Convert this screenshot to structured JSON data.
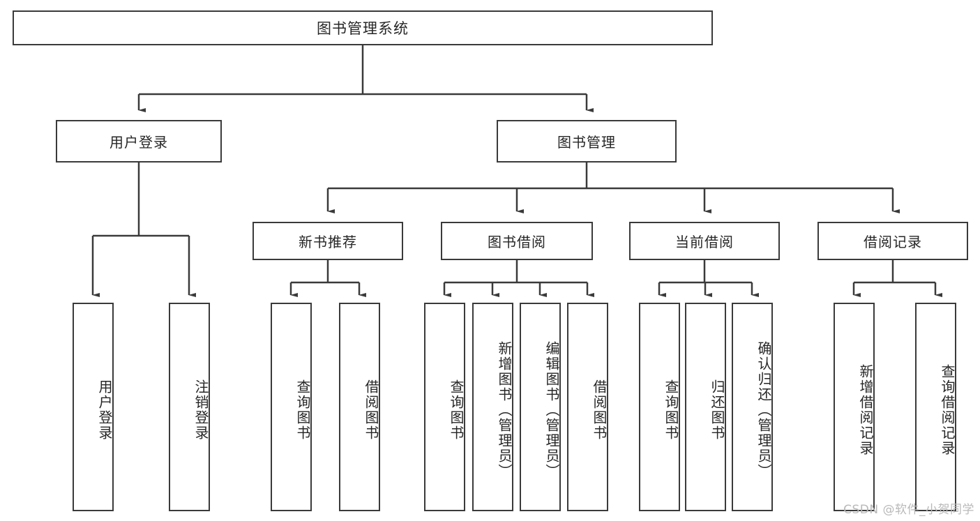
{
  "diagram": {
    "title": "图书管理系统",
    "type": "tree-hierarchy-functional-structure",
    "watermark": "CSDN @软件_小贺同学",
    "colors": {
      "stroke": "#3a3a3a",
      "fill": "#ffffff",
      "text": "#262626",
      "watermark": "#b9b9b9"
    },
    "root": {
      "id": "root",
      "label": "图书管理系统"
    },
    "level1": [
      {
        "id": "user-login",
        "label": "用户登录"
      },
      {
        "id": "book-manage",
        "label": "图书管理"
      }
    ],
    "level2": [
      {
        "id": "new-book-rec",
        "label": "新书推荐",
        "parent": "book-manage"
      },
      {
        "id": "book-borrow",
        "label": "图书借阅",
        "parent": "book-manage"
      },
      {
        "id": "current-borrow",
        "label": "当前借阅",
        "parent": "book-manage"
      },
      {
        "id": "borrow-record",
        "label": "借阅记录",
        "parent": "book-manage"
      }
    ],
    "leaves": [
      {
        "id": "leaf-user-login",
        "label": "用户登录",
        "parent": "user-login"
      },
      {
        "id": "leaf-logout",
        "label": "注销登录",
        "parent": "user-login"
      },
      {
        "id": "leaf-query-book-1",
        "label": "查询图书",
        "parent": "new-book-rec"
      },
      {
        "id": "leaf-borrow-book-1",
        "label": "借阅图书",
        "parent": "new-book-rec"
      },
      {
        "id": "leaf-query-book-2",
        "label": "查询图书",
        "parent": "book-borrow"
      },
      {
        "id": "leaf-add-book",
        "label": "新增图书（管理员）",
        "parent": "book-borrow"
      },
      {
        "id": "leaf-edit-book",
        "label": "编辑图书（管理员）",
        "parent": "book-borrow"
      },
      {
        "id": "leaf-borrow-book-2",
        "label": "借阅图书",
        "parent": "book-borrow"
      },
      {
        "id": "leaf-query-book-3",
        "label": "查询图书",
        "parent": "current-borrow"
      },
      {
        "id": "leaf-return-book",
        "label": "归还图书",
        "parent": "current-borrow"
      },
      {
        "id": "leaf-confirm-return",
        "label": "确认归还（管理员）",
        "parent": "current-borrow"
      },
      {
        "id": "leaf-add-record",
        "label": "新增借阅记录",
        "parent": "borrow-record"
      },
      {
        "id": "leaf-query-record",
        "label": "查询借阅记录",
        "parent": "borrow-record"
      }
    ]
  }
}
